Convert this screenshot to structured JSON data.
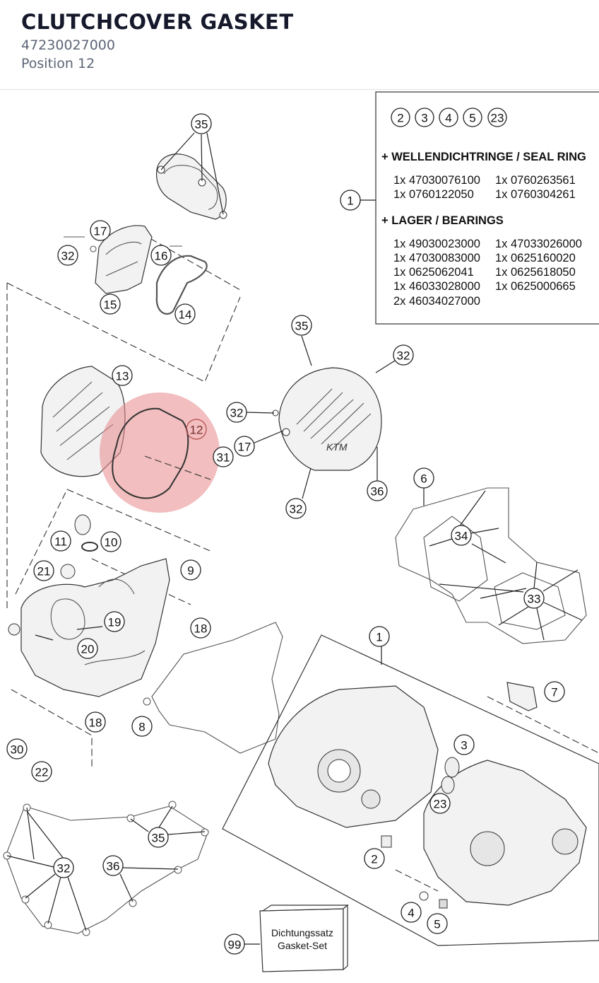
{
  "header": {
    "title": "CLUTCHCOVER GASKET",
    "part_number": "47230027000",
    "position": "Position 12"
  },
  "highlight": {
    "color": "#e8898a",
    "label": "12"
  },
  "infobox": {
    "symbols": [
      "2",
      "3",
      "4",
      "5",
      "23"
    ],
    "callout": "1",
    "seal_heading": "+ WELLENDICHTRINGE / SEAL RING",
    "seal_rows": [
      [
        "1x 47030076100",
        "1x 0760263561"
      ],
      [
        "1x 0760122050",
        "1x 0760304261"
      ]
    ],
    "bearing_heading": "+ LAGER / BEARINGS",
    "bearing_rows": [
      [
        "1x 49030023000",
        "1x 47033026000"
      ],
      [
        "1x 47030083000",
        "1x 0625160020"
      ],
      [
        "1x 0625062041",
        "1x 0625618050"
      ],
      [
        "1x 46033028000",
        "1x 0625000665"
      ],
      [
        "2x 46034027000",
        ""
      ]
    ]
  },
  "gasket_set": {
    "line1": "Dichtungssatz",
    "line2": "Gasket-Set",
    "callout": "99"
  },
  "callouts": [
    "35",
    "17",
    "32",
    "16",
    "15",
    "14",
    "13",
    "12",
    "35",
    "32",
    "32",
    "17",
    "31",
    "36",
    "32",
    "6",
    "34",
    "33",
    "11",
    "10",
    "21",
    "9",
    "18",
    "19",
    "20",
    "18",
    "8",
    "1",
    "7",
    "3",
    "23",
    "30",
    "22",
    "35",
    "32",
    "36",
    "2",
    "4",
    "5"
  ]
}
